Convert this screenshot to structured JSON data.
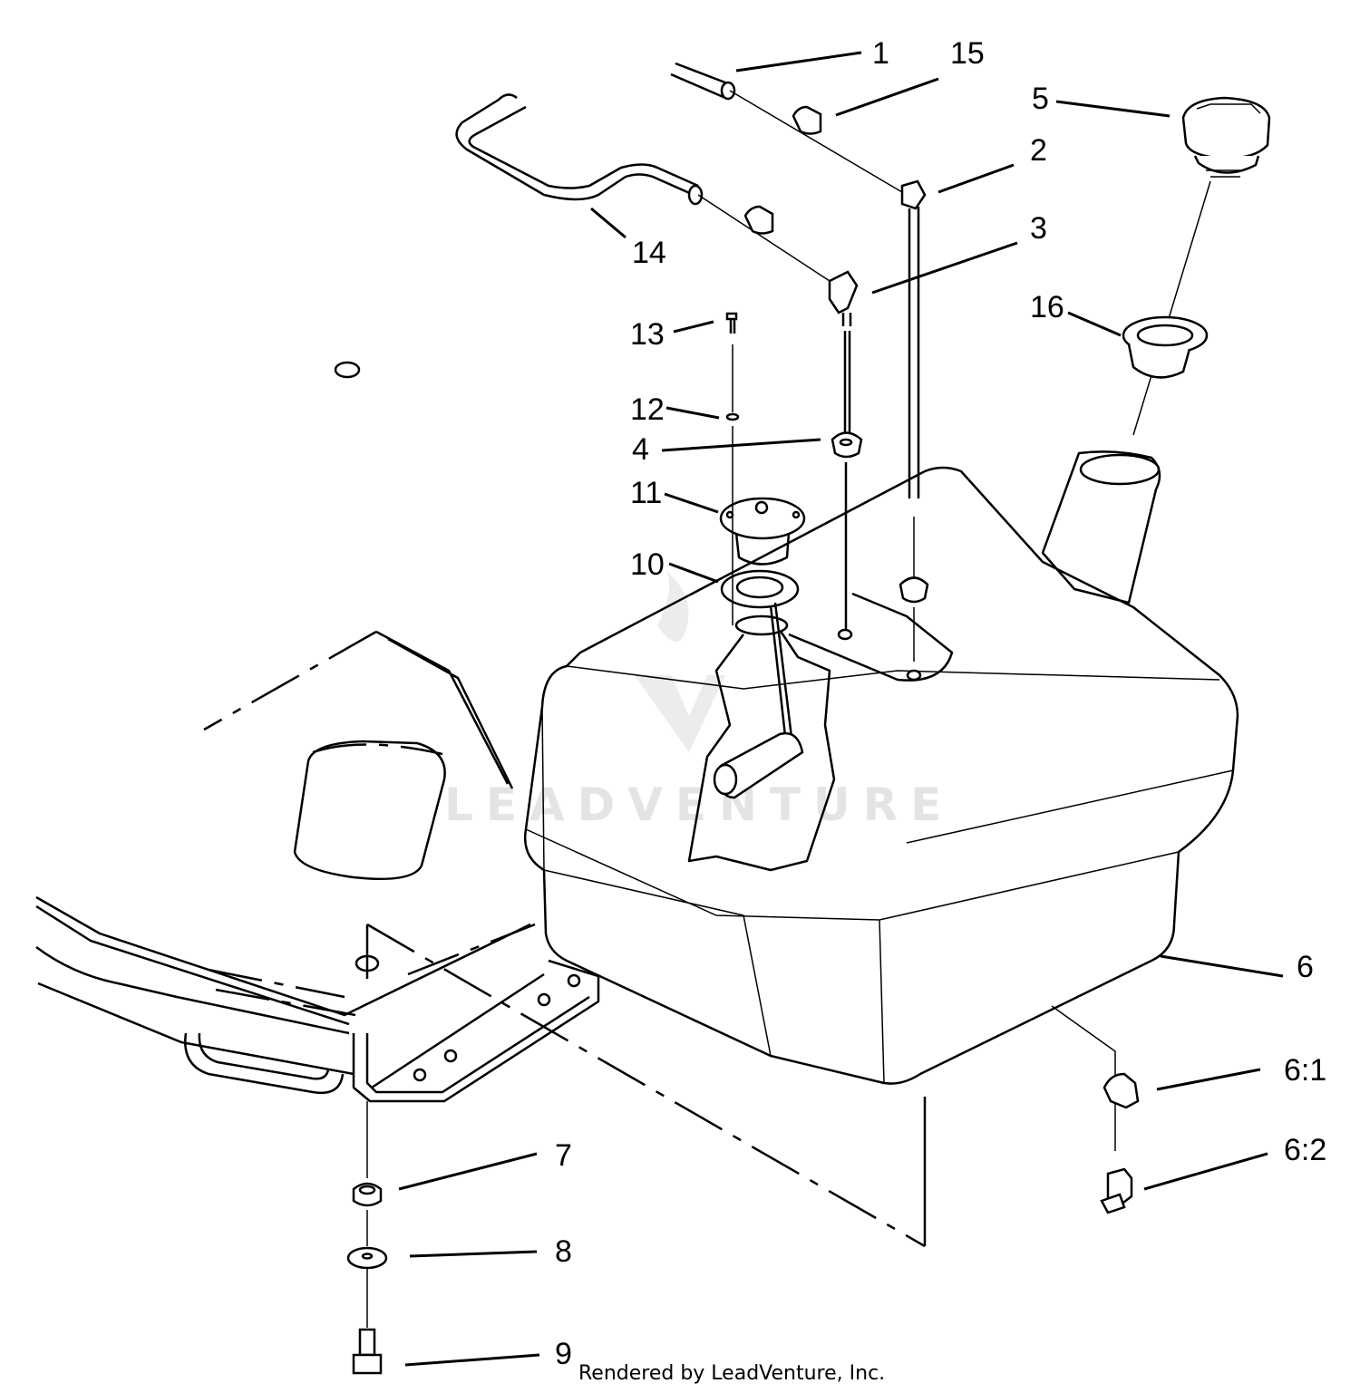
{
  "callouts": {
    "c1": "1",
    "c15": "15",
    "c5": "5",
    "c2": "2",
    "c3": "3",
    "c14": "14",
    "c16": "16",
    "c13": "13",
    "c12": "12",
    "c4": "4",
    "c11": "11",
    "c10": "10",
    "c6": "6",
    "c6_1": "6:1",
    "c6_2": "6:2",
    "c7": "7",
    "c8": "8",
    "c9": "9"
  },
  "watermark": {
    "text": "LEADVENTURE"
  },
  "credit": {
    "text": "Rendered by LeadVenture, Inc."
  }
}
